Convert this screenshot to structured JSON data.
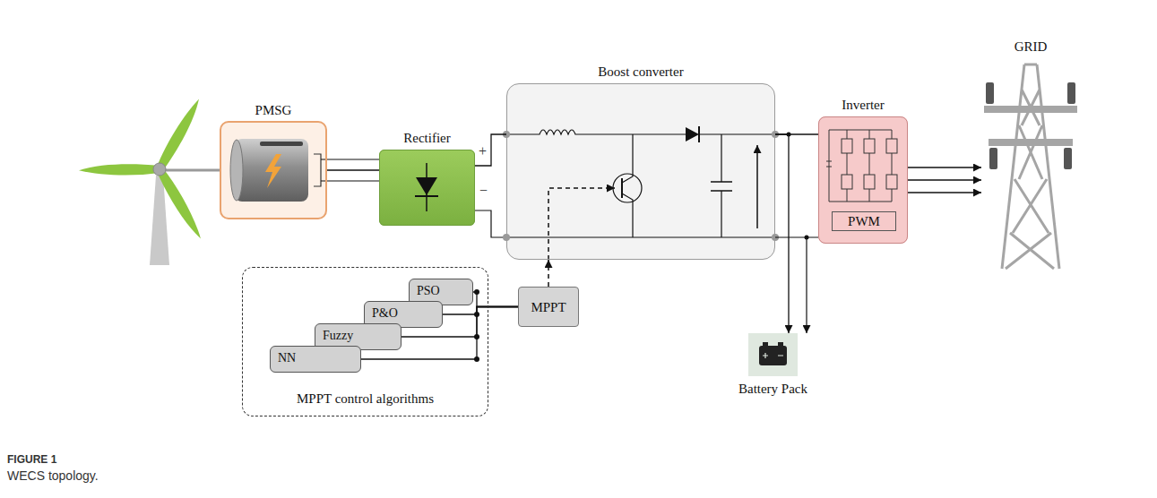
{
  "diagram": {
    "caption": "WECS topology.",
    "nodes": [
      {
        "text": [
          "PMSG"
        ]
      },
      {
        "text": [
          "Rectifier"
        ]
      },
      {
        "text": [
          "Boost converter"
        ]
      },
      {
        "text": [
          "Inverter"
        ]
      },
      {
        "text": [
          "PWM"
        ],
        "in": 3
      },
      {
        "text": [
          "GRID"
        ]
      },
      {
        "text": [
          "MPPT"
        ]
      },
      {
        "text": [
          "MPPT control algorithms"
        ]
      },
      {
        "text": [
          "PSO"
        ],
        "in": 7
      },
      {
        "text": [
          "P&O"
        ],
        "in": 7
      },
      {
        "text": [
          "Fuzzy"
        ],
        "in": 7
      },
      {
        "text": [
          "NN"
        ],
        "in": 7
      },
      {
        "text": [
          "Battery Pack"
        ]
      }
    ],
    "edges": [
      {
        "from": 0,
        "to": 1,
        "arrow": "none"
      },
      {
        "from": 1,
        "to": 2,
        "arrow": "none"
      },
      {
        "from": 2,
        "to": 3,
        "arrow": "none"
      },
      {
        "from": 3,
        "to": 5,
        "arrow": "to"
      },
      {
        "from": 2,
        "to": 12,
        "arrow": "to"
      },
      {
        "from": 6,
        "to": 2,
        "arrow": "to"
      },
      {
        "from": 8,
        "to": 6,
        "arrow": "none"
      },
      {
        "from": 9,
        "to": 6,
        "arrow": "none"
      },
      {
        "from": 10,
        "to": 6,
        "arrow": "none"
      },
      {
        "from": 11,
        "to": 6,
        "arrow": "none"
      }
    ],
    "labels": [
      "+",
      "−",
      "FIGURE 1"
    ]
  }
}
